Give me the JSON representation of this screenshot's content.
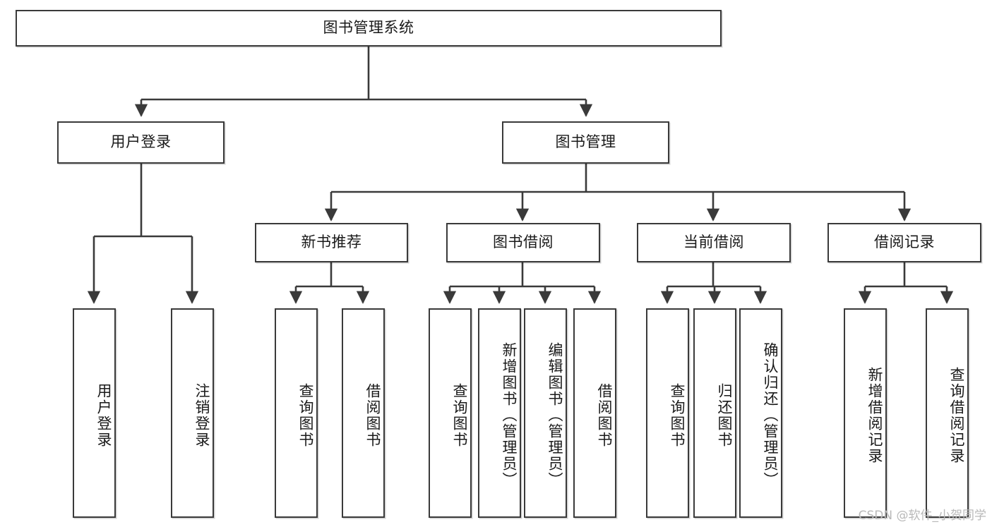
{
  "diagram": {
    "type": "tree",
    "title": "图书管理系统",
    "watermark": "CSDN @软件_小贺同学",
    "colors": {
      "box_stroke": "#3a3a3a",
      "box_fill": "#ffffff",
      "connector": "#3a3a3a",
      "text": "#1a1a1a",
      "watermark": "#b9b9b9"
    },
    "nodes": {
      "root": {
        "label": "图书管理系统"
      },
      "level2": [
        {
          "id": "user-login",
          "label": "用户登录"
        },
        {
          "id": "book-management",
          "label": "图书管理"
        }
      ],
      "level3": [
        {
          "id": "new-book-recommend",
          "label": "新书推荐"
        },
        {
          "id": "book-borrow",
          "label": "图书借阅"
        },
        {
          "id": "current-borrow",
          "label": "当前借阅"
        },
        {
          "id": "borrow-record",
          "label": "借阅记录"
        }
      ],
      "leaves": {
        "user-login": [
          {
            "id": "leaf-user-login",
            "label": "用户登录"
          },
          {
            "id": "leaf-logout",
            "label": "注销登录"
          }
        ],
        "new-book-recommend": [
          {
            "id": "leaf-query-book-1",
            "label": "查询图书"
          },
          {
            "id": "leaf-borrow-book-1",
            "label": "借阅图书"
          }
        ],
        "book-borrow": [
          {
            "id": "leaf-query-book-2",
            "label": "查询图书"
          },
          {
            "id": "leaf-add-book",
            "label": "新增图书（管理员）"
          },
          {
            "id": "leaf-edit-book",
            "label": "编辑图书（管理员）"
          },
          {
            "id": "leaf-borrow-book-2",
            "label": "借阅图书"
          }
        ],
        "current-borrow": [
          {
            "id": "leaf-query-book-3",
            "label": "查询图书"
          },
          {
            "id": "leaf-return-book",
            "label": "归还图书"
          },
          {
            "id": "leaf-confirm-return",
            "label": "确认归还（管理员）"
          }
        ],
        "borrow-record": [
          {
            "id": "leaf-add-record",
            "label": "新增借阅记录"
          },
          {
            "id": "leaf-query-record",
            "label": "查询借阅记录"
          }
        ]
      }
    }
  }
}
